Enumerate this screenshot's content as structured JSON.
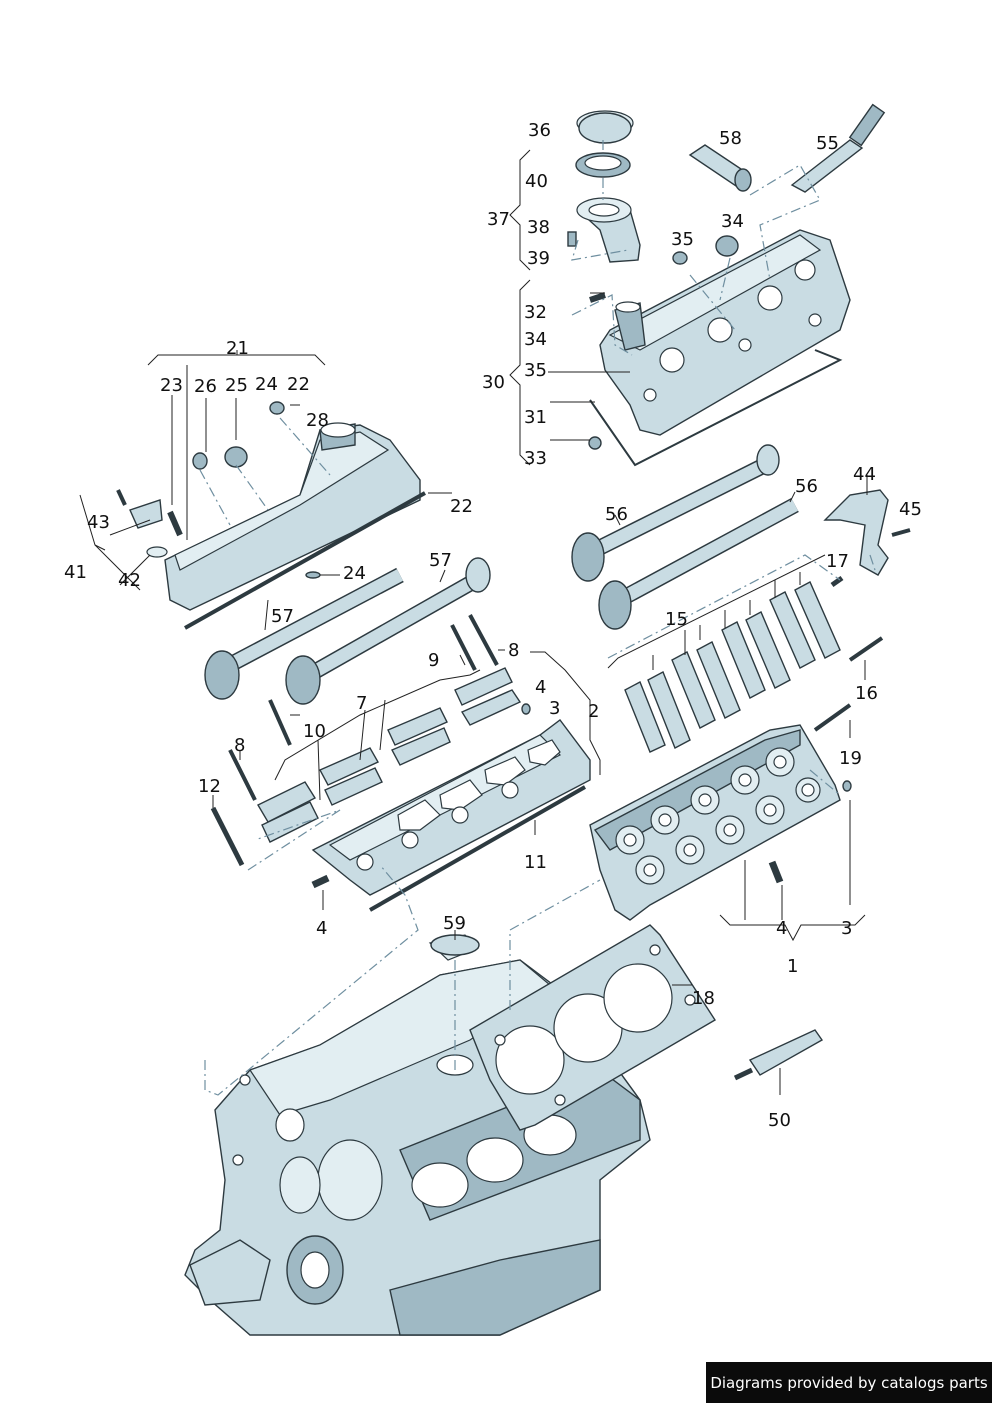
{
  "callouts": {
    "c36": "36",
    "c40": "40",
    "c37": "37",
    "c38": "38",
    "c39": "39",
    "c58": "58",
    "c55": "55",
    "c35a": "35",
    "c34a": "34",
    "c32": "32",
    "c34b": "34",
    "c30": "30",
    "c35b": "35",
    "c31": "31",
    "c33": "33",
    "c21": "21",
    "c23": "23",
    "c26": "26",
    "c25": "25",
    "c24a": "24",
    "c22a": "22",
    "c28": "28",
    "c22b": "22",
    "c43": "43",
    "c41": "41",
    "c42": "42",
    "c24b": "24",
    "c57a": "57",
    "c57b": "57",
    "c56a": "56",
    "c56b": "56",
    "c44": "44",
    "c45": "45",
    "c17": "17",
    "c15": "15",
    "c9": "9",
    "c8a": "8",
    "c4a": "4",
    "c3a": "3",
    "c2": "2",
    "c7": "7",
    "c10": "10",
    "c8b": "8",
    "c12": "12",
    "c16": "16",
    "c19": "19",
    "c11": "11",
    "c4b": "4",
    "c59": "59",
    "c4c": "4",
    "c3b": "3",
    "c1": "1",
    "c18": "18",
    "c50": "50"
  },
  "footer": {
    "credit": "Diagrams provided by catalogs parts"
  }
}
